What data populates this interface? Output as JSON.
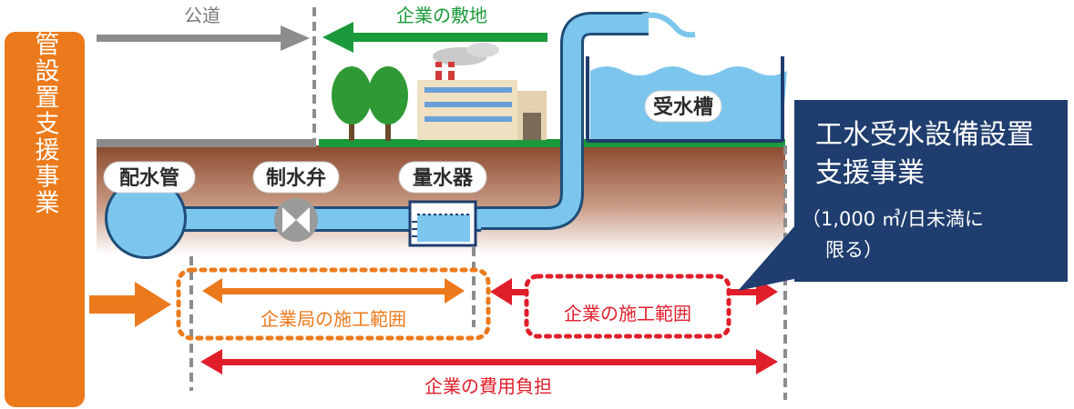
{
  "left_banner": {
    "label": "工水引込管設置支援事業"
  },
  "top": {
    "public_road": "公道",
    "company_site": "企業の敷地"
  },
  "tank": {
    "label": "受水槽"
  },
  "pipes": {
    "main": "配水管",
    "valve": "制水弁",
    "meter": "量水器"
  },
  "ranges": {
    "bureau": "企業局の施工範囲",
    "company": "企業の施工範囲",
    "cost": "企業の費用負担"
  },
  "callout": {
    "title_line1": "工水受水設備設置",
    "title_line2": "支援事業",
    "note_line1": "（1,000 ㎥/日未満に",
    "note_line2": "限る）"
  },
  "colors": {
    "orange": "#ec7a1c",
    "green": "#1a9a3a",
    "red": "#e01e2a",
    "navy": "#1f3d6e",
    "water": "#7cc6ee",
    "ground": "#8a4a2e"
  }
}
